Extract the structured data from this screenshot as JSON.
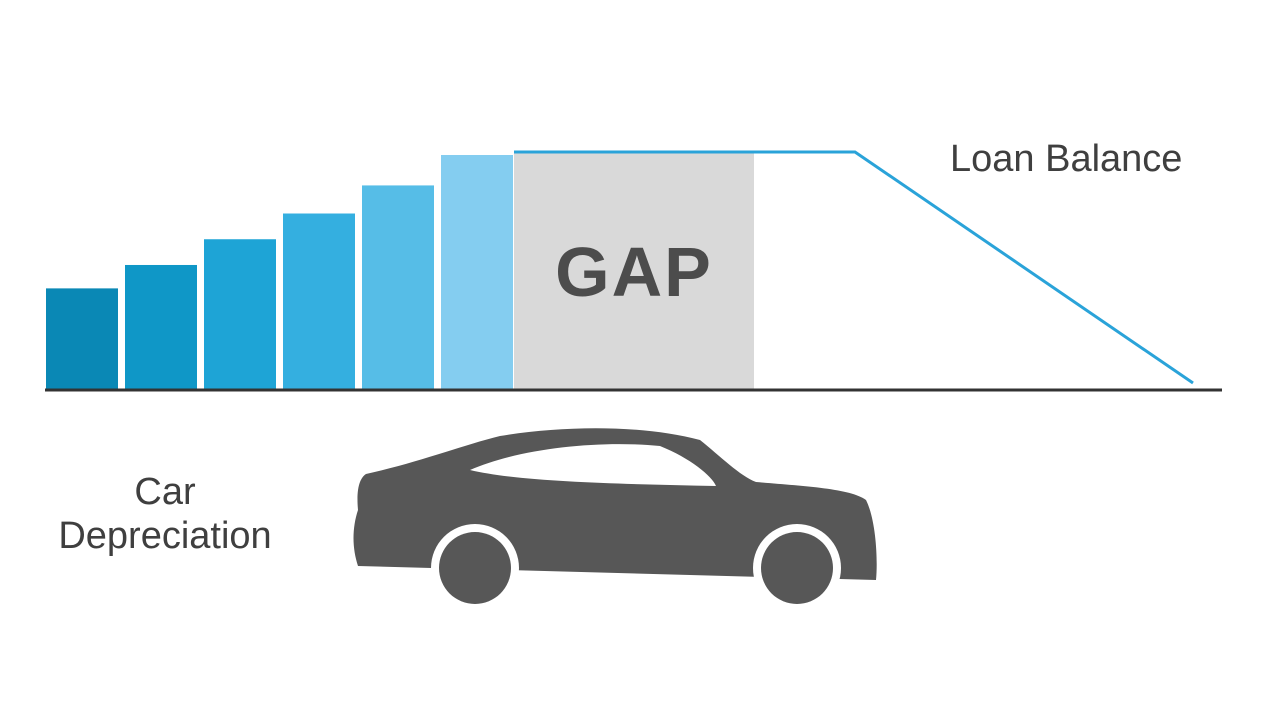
{
  "labels": {
    "gap": "GAP",
    "loan_balance": "Loan Balance",
    "car_depreciation_line1": "Car",
    "car_depreciation_line2": "Depreciation"
  },
  "car_values": [
    0.43,
    0.53,
    0.64,
    0.75,
    0.87,
    1.0
  ],
  "colors": {
    "bars": [
      "#0a88b5",
      "#0f97c7",
      "#1ea4d6",
      "#34afe0",
      "#56bde7",
      "#84cdf0"
    ],
    "gap_fill": "#d9d9d9",
    "loan_line": "#2aa3d9",
    "baseline": "#333333",
    "car": "#575757",
    "text": "#3f3f3f"
  },
  "icons": [
    "car-icon"
  ]
}
